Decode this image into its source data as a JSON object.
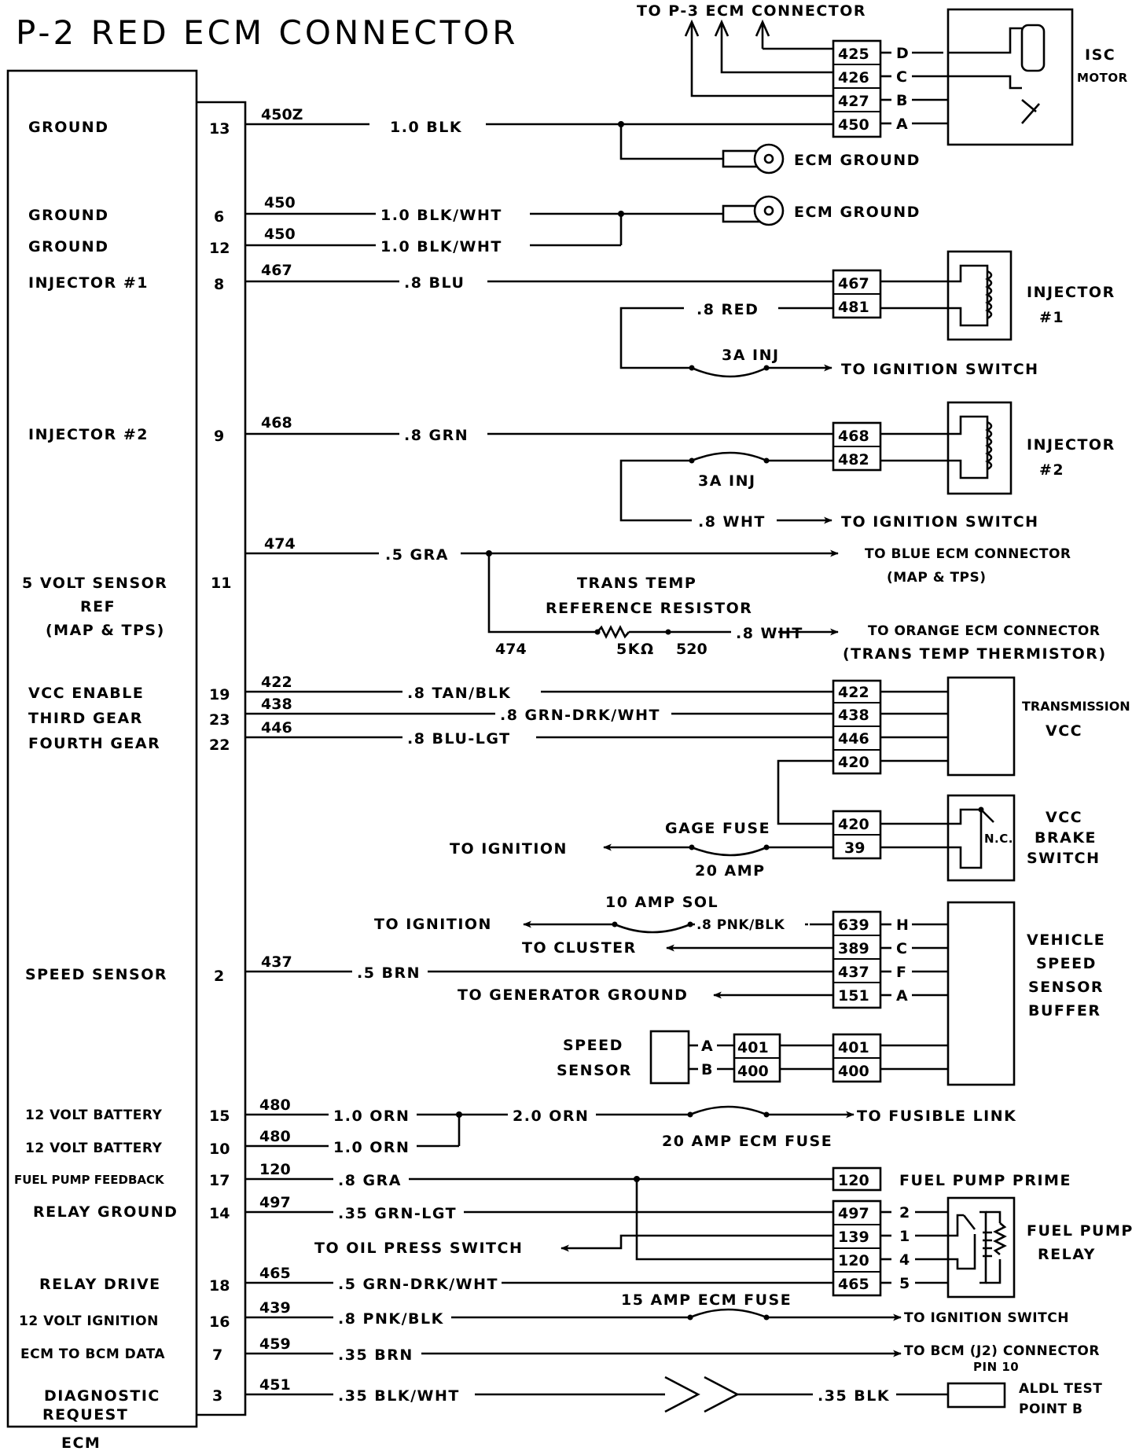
{
  "title": "P-2 RED ECM CONNECTOR",
  "ecm_label": "ECM",
  "top_note": "TO P-3 ECM CONNECTOR",
  "ecm_pins": [
    {
      "label": "GROUND",
      "pin": "13"
    },
    {
      "label": "GROUND",
      "pin": "6"
    },
    {
      "label": "GROUND",
      "pin": "12"
    },
    {
      "label": "INJECTOR #1",
      "pin": "8"
    },
    {
      "label": "INJECTOR #2",
      "pin": "9"
    },
    {
      "label": "5 VOLT SENSOR",
      "label2": "REF",
      "label3": "(MAP & TPS)",
      "pin": "11"
    },
    {
      "label": "VCC ENABLE",
      "pin": "19"
    },
    {
      "label": "THIRD GEAR",
      "pin": "23"
    },
    {
      "label": "FOURTH GEAR",
      "pin": "22"
    },
    {
      "label": "SPEED SENSOR",
      "pin": "2"
    },
    {
      "label": "12 VOLT BATTERY",
      "pin": "15"
    },
    {
      "label": "12 VOLT BATTERY",
      "pin": "10"
    },
    {
      "label": "FUEL PUMP FEEDBACK",
      "pin": "17"
    },
    {
      "label": "RELAY GROUND",
      "pin": "14"
    },
    {
      "label": "RELAY DRIVE",
      "pin": "18"
    },
    {
      "label": "12 VOLT IGNITION",
      "pin": "16"
    },
    {
      "label": "ECM TO BCM DATA",
      "pin": "7"
    },
    {
      "label": "DIAGNOSTIC",
      "label2": "REQUEST",
      "pin": "3"
    }
  ],
  "wires": [
    {
      "circuit": "450Z",
      "spec": "1.0 BLK"
    },
    {
      "circuit": "450",
      "spec": "1.0 BLK/WHT"
    },
    {
      "circuit": "450",
      "spec": "1.0 BLK/WHT"
    },
    {
      "circuit": "467",
      "spec": ".8 BLU"
    },
    {
      "circuit": "468",
      "spec": ".8 GRN"
    },
    {
      "circuit": "474",
      "spec": ".5 GRA"
    },
    {
      "circuit": "422",
      "spec": ".8 TAN/BLK"
    },
    {
      "circuit": "438",
      "spec": ".8 GRN-DRK/WHT"
    },
    {
      "circuit": "446",
      "spec": ".8 BLU-LGT"
    },
    {
      "circuit": "437",
      "spec": ".5 BRN"
    },
    {
      "circuit": "480",
      "spec": "1.0 ORN"
    },
    {
      "circuit": "480",
      "spec": "1.0 ORN"
    },
    {
      "circuit": "120",
      "spec": ".8 GRA"
    },
    {
      "circuit": "497",
      "spec": ".35 GRN-LGT"
    },
    {
      "circuit": "465",
      "spec": ".5 GRN-DRK/WHT"
    },
    {
      "circuit": "439",
      "spec": ".8 PNK/BLK"
    },
    {
      "circuit": "459",
      "spec": ".35 BRN"
    },
    {
      "circuit": "451",
      "spec": ".35 BLK/WHT"
    }
  ],
  "isc": {
    "label1": "ISC",
    "label2": "MOTOR",
    "terminals": [
      {
        "circuit": "425",
        "letter": "D"
      },
      {
        "circuit": "426",
        "letter": "C"
      },
      {
        "circuit": "427",
        "letter": "B"
      },
      {
        "circuit": "450",
        "letter": "A"
      }
    ]
  },
  "ecm_ground": "ECM GROUND",
  "injector1": {
    "label1": "INJECTOR",
    "label2": "#1",
    "pins": [
      "467",
      "481"
    ],
    "red_wire": ".8 RED",
    "fuse": "3A INJ",
    "dest": "TO IGNITION SWITCH"
  },
  "injector2": {
    "label1": "INJECTOR",
    "label2": "#2",
    "pins": [
      "468",
      "482"
    ],
    "fuse": "3A INJ",
    "wht_wire": ".8 WHT",
    "dest": "TO IGNITION SWITCH"
  },
  "sensor_ref": {
    "dest1": "TO BLUE ECM CONNECTOR",
    "dest1b": "(MAP & TPS)",
    "resistor_title1": "TRANS TEMP",
    "resistor_title2": "REFERENCE RESISTOR",
    "circuit_in": "474",
    "resistor": "5KΩ",
    "circuit_out": "520",
    "out_wire": ".8 WHT",
    "dest2": "TO ORANGE ECM CONNECTOR",
    "dest2b": "(TRANS TEMP THERMISTOR)"
  },
  "transmission": {
    "label1": "TRANSMISSION",
    "label2": "VCC",
    "pins": [
      "422",
      "438",
      "446",
      "420"
    ]
  },
  "brake": {
    "label1": "VCC",
    "label2": "BRAKE",
    "label3": "SWITCH",
    "nc": "N.C.",
    "pins": [
      "420",
      "39"
    ],
    "fuse_title": "GAGE FUSE",
    "fuse_rating": "20 AMP",
    "dest": "TO IGNITION"
  },
  "vss_buffer": {
    "label1": "VEHICLE",
    "label2": "SPEED",
    "label3": "SENSOR",
    "label4": "BUFFER",
    "terminals": [
      {
        "circuit": "639",
        "letter": "H"
      },
      {
        "circuit": "389",
        "letter": "C"
      },
      {
        "circuit": "437",
        "letter": "F"
      },
      {
        "circuit": "151",
        "letter": "A"
      }
    ],
    "fuse_title": "10 AMP SOL",
    "fuse_wire": ".8 PNK/BLK",
    "dest_ign": "TO IGNITION",
    "dest_cluster": "TO CLUSTER",
    "dest_gen": "TO GENERATOR GROUND"
  },
  "speed_sensor": {
    "label1": "SPEED",
    "label2": "SENSOR",
    "letters": [
      "A",
      "B"
    ],
    "pins": [
      "401",
      "400"
    ]
  },
  "battery": {
    "merged_wire": "2.0 ORN",
    "fuse": "20 AMP ECM FUSE",
    "dest": "TO FUSIBLE LINK"
  },
  "fuel_pump": {
    "prime_pin": "120",
    "prime_label": "FUEL PUMP PRIME",
    "relay_label1": "FUEL PUMP",
    "relay_label2": "RELAY",
    "terminals": [
      {
        "circuit": "497",
        "letter": "2"
      },
      {
        "circuit": "139",
        "letter": "1"
      },
      {
        "circuit": "120",
        "letter": "4"
      },
      {
        "circuit": "465",
        "letter": "5"
      }
    ],
    "oil_dest": "TO OIL PRESS SWITCH"
  },
  "ignition": {
    "fuse": "15 AMP ECM FUSE",
    "dest": "TO IGNITION SWITCH"
  },
  "bcm": {
    "dest1": "TO BCM (J2) CONNECTOR",
    "dest2": "PIN 10"
  },
  "aldl": {
    "wire": ".35 BLK",
    "label1": "ALDL TEST",
    "label2": "POINT B"
  }
}
